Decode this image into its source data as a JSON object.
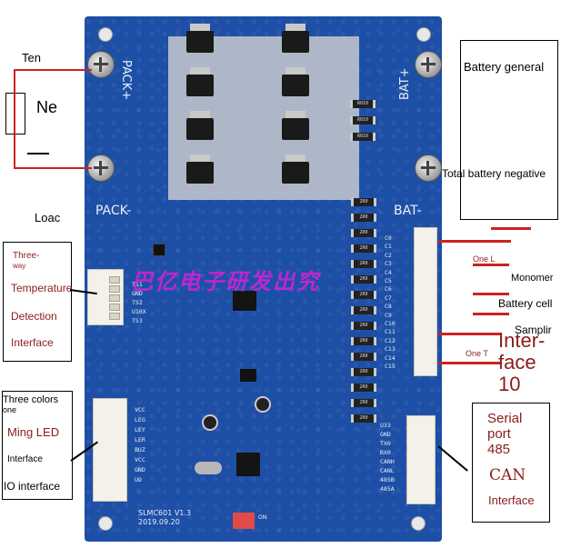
{
  "board": {
    "pack_plus": "PACK+",
    "bat_plus": "BAT+",
    "pack_minus": "PACK-",
    "bat_minus": "BAT-",
    "model": "SLMC601 V1.3",
    "date": "2019.09.20",
    "resistor_code": "R010",
    "smd_code": "2R0",
    "temp_pins": [
      "TS1",
      "GND",
      "TS2",
      "U10X",
      "TS3"
    ],
    "io_pins": [
      "VCC",
      "LEG",
      "LEY",
      "LER",
      "BUZ",
      "VCC",
      "GND",
      "UO"
    ],
    "serial_pins": [
      "U33",
      "GND",
      "TX0",
      "RX0",
      "CANH",
      "CANL",
      "485B",
      "485A"
    ],
    "cell_pins": [
      "C0",
      "C1",
      "C2",
      "C3",
      "C4",
      "C5",
      "C6",
      "C7",
      "C8",
      "C9",
      "C10",
      "C11",
      "C12",
      "C13",
      "C14",
      "C15"
    ],
    "watermark": "巴亿电子研发出究"
  },
  "labels": {
    "ten": "Ten",
    "ne": "Ne",
    "battery_general": "Battery general",
    "total_battery_negative": "Total battery negative",
    "loac": "Loac",
    "temp_line1": "Three-",
    "temp_line1b": "way",
    "temp_line2": "Temperature",
    "temp_line3": "Detection",
    "temp_line4": "Interface",
    "one_top": "One L",
    "monomer": "Monomer",
    "battery_cell": "Battery cell",
    "samplir": "Samplir",
    "one_bottom": "One T",
    "interface_big1": "Inter-",
    "interface_big2": "face",
    "interface_big3": "10",
    "io_line1": "Three colors",
    "io_line1b": "one",
    "io_line2": "Ming LED",
    "io_line3": "Interface",
    "io_line4": "IO interface",
    "serial_line1": "Serial",
    "serial_line2": "port",
    "serial_line3": "485",
    "serial_line4": "CAN",
    "serial_line5": "Interface",
    "dip_label": "ON"
  }
}
